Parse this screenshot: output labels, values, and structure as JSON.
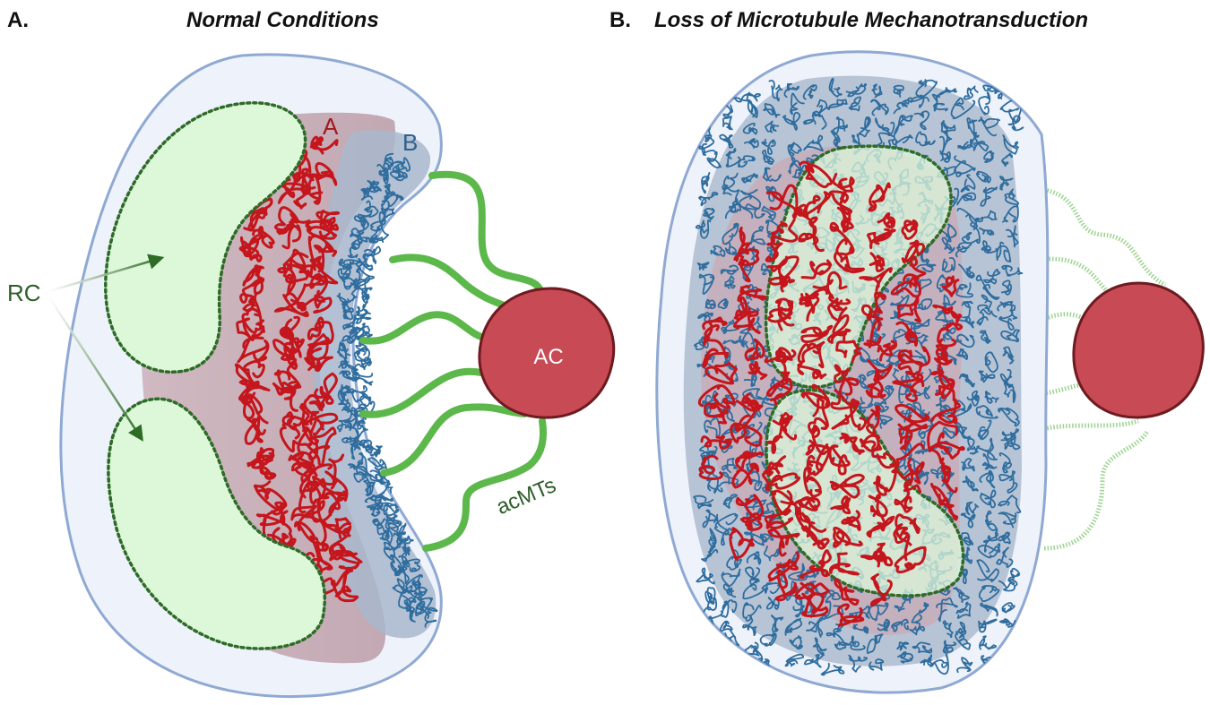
{
  "panel_a": {
    "letter": "A.",
    "title": "Normal Conditions",
    "region_a_label": "A",
    "region_b_label": "B",
    "rc_label": "RC",
    "ac_label": "AC",
    "acmts_label": "acMTs"
  },
  "panel_b": {
    "letter": "B.",
    "title": "Loss of Microtubule Mechanotransduction"
  },
  "colors": {
    "cell_fill": "#eef2fa",
    "cell_stroke": "#8fa9d3",
    "region_a": "#c9aab4",
    "region_b": "#a9b8cc",
    "rc_fill": "#dcf8d9",
    "rc_stroke": "#2f6b28",
    "red_chromatin": "#c4161c",
    "blue_chromatin": "#2f6d9e",
    "acmt_green": "#5cb84a",
    "ac_fill": "#c84a54",
    "ac_stroke": "#6d1a20",
    "title_text": "#111111",
    "label_dark_green": "#2e5e2a"
  }
}
